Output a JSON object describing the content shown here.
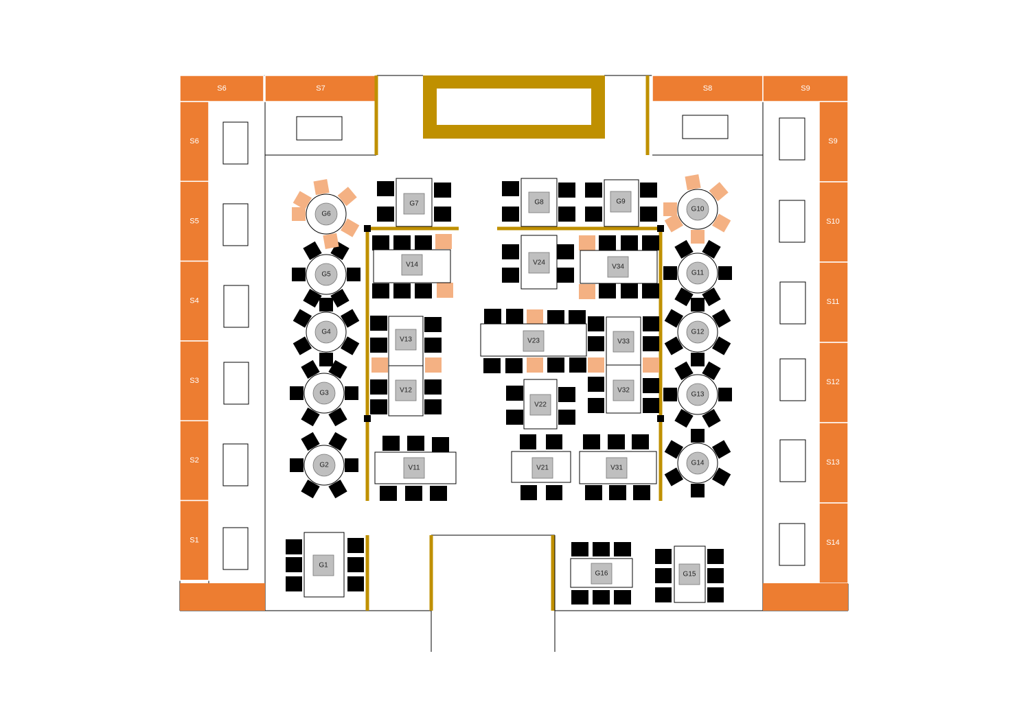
{
  "colors": {
    "booth": "#ED7D31",
    "booth_light": "#F4B183",
    "gold": "#BF9000",
    "chair": "#000000",
    "table_center": "#BFBFBF",
    "wall": "#000000"
  },
  "top_booths": [
    {
      "id": "s6-top",
      "label": "S6"
    },
    {
      "id": "s7-top",
      "label": "S7"
    },
    {
      "id": "s8-top",
      "label": "S8"
    },
    {
      "id": "s9-top",
      "label": "S9"
    }
  ],
  "left_booths": [
    {
      "label": "S6"
    },
    {
      "label": "S5"
    },
    {
      "label": "S4"
    },
    {
      "label": "S3"
    },
    {
      "label": "S2"
    },
    {
      "label": "S1"
    }
  ],
  "right_booths": [
    {
      "label": "S9"
    },
    {
      "label": "S10"
    },
    {
      "label": "S11"
    },
    {
      "label": "S12"
    },
    {
      "label": "S13"
    },
    {
      "label": "S14"
    }
  ],
  "round_tables": [
    {
      "label": "G2"
    },
    {
      "label": "G3"
    },
    {
      "label": "G4"
    },
    {
      "label": "G5"
    },
    {
      "label": "G6"
    },
    {
      "label": "G10"
    },
    {
      "label": "G11"
    },
    {
      "label": "G12"
    },
    {
      "label": "G13"
    },
    {
      "label": "G14"
    }
  ],
  "rect_tables": [
    {
      "label": "G1"
    },
    {
      "label": "G7"
    },
    {
      "label": "G8"
    },
    {
      "label": "G9"
    },
    {
      "label": "G15"
    },
    {
      "label": "G16"
    },
    {
      "label": "V11"
    },
    {
      "label": "V12"
    },
    {
      "label": "V13"
    },
    {
      "label": "V14"
    },
    {
      "label": "V21"
    },
    {
      "label": "V22"
    },
    {
      "label": "V23"
    },
    {
      "label": "V24"
    },
    {
      "label": "V31"
    },
    {
      "label": "V32"
    },
    {
      "label": "V33"
    },
    {
      "label": "V34"
    }
  ]
}
